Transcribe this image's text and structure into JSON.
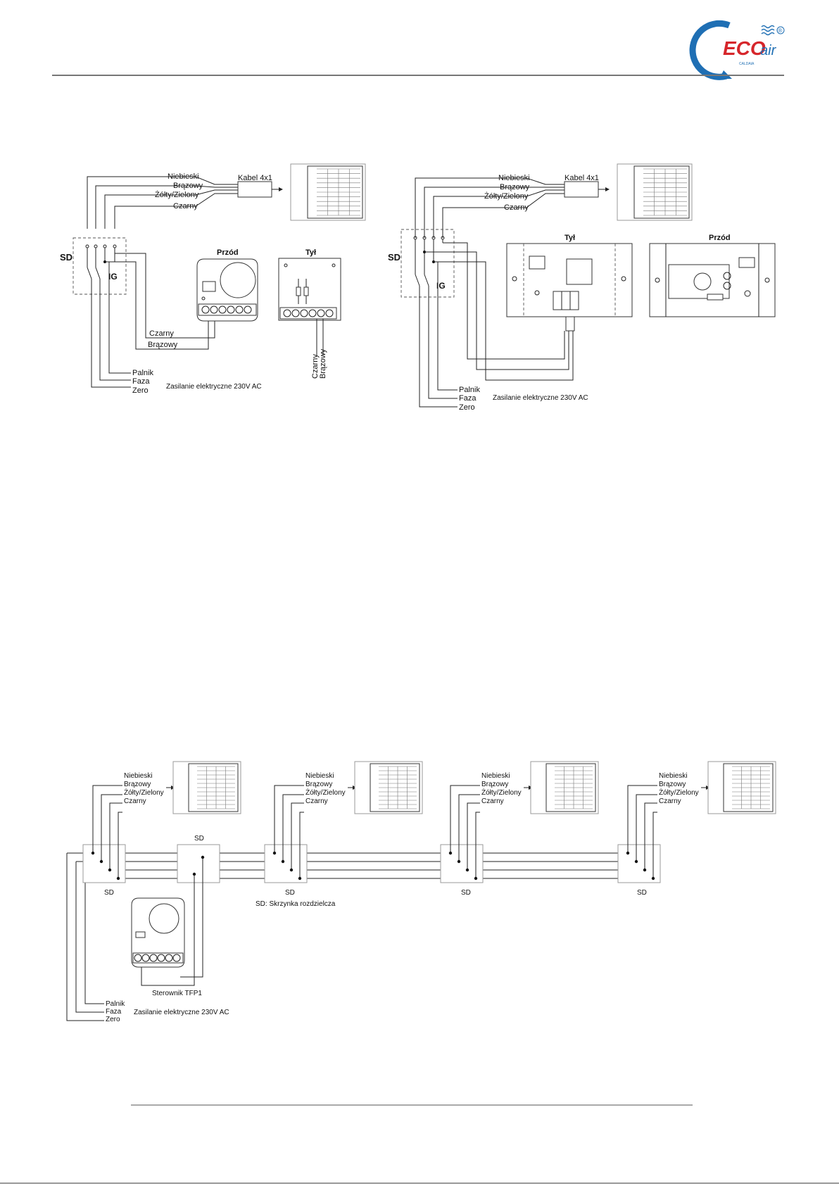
{
  "logo": {
    "text": "ECO",
    "sub": "air",
    "tagline": "CALDAIA",
    "registered": "®",
    "colors": {
      "brand_blue": "#1f6fb4",
      "brand_red": "#d6262b"
    }
  },
  "diagram1": {
    "wires": [
      "Niebieski",
      "Brązowy",
      "Żółty/Zielony",
      "Czarny"
    ],
    "cable": "Kabel 4x1",
    "sd": "SD",
    "ig": "IG",
    "front_label": "Przód",
    "back_label": "Tył",
    "wire_black": "Czarny",
    "wire_brown": "Brązowy",
    "back_wire_black": "Czarny",
    "back_wire_brown": "Brązowy",
    "supply": [
      "Palnik",
      "Faza",
      "Zero"
    ],
    "supply_caption": "Zasilanie elektryczne 230V AC"
  },
  "diagram2": {
    "wires": [
      "Niebieski",
      "Brązowy",
      "Żółty/Zielony",
      "Czarny"
    ],
    "cable": "Kabel 4x1",
    "sd": "SD",
    "ig": "IG",
    "back_label": "Tył",
    "front_label": "Przód",
    "supply": [
      "Palnik",
      "Faza",
      "Zero"
    ],
    "supply_caption": "Zasilanie elektryczne 230V AC"
  },
  "diagram3": {
    "wires": [
      "Niebieski",
      "Brązowy",
      "Żółty/Zielony",
      "Czarny"
    ],
    "sd_top": "SD",
    "sd_labels": [
      "SD",
      "SD",
      "SD",
      "SD"
    ],
    "sd_legend": "SD: Skrzynka rozdzielcza",
    "controller": "Sterownik TFP1",
    "supply": [
      "Palnik",
      "Faza",
      "Zero"
    ],
    "supply_caption": "Zasilanie elektryczne 230V AC"
  }
}
